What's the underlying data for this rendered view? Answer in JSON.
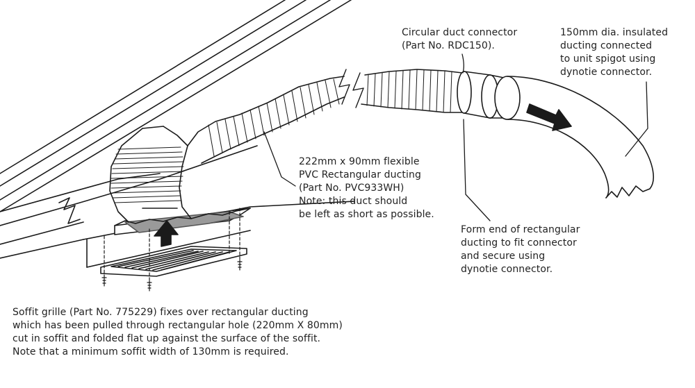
{
  "labels": {
    "connector": [
      "Circular duct connector",
      "(Part No. RDC150)."
    ],
    "insulated": [
      "150mm dia. insulated",
      "ducting connected",
      "to unit spigot using",
      "dynotie connector."
    ],
    "rect_duct": [
      "222mm x 90mm flexible",
      "PVC Rectangular ducting",
      "(Part No. PVC933WH)",
      "Note: this duct should",
      "be left as short as possible."
    ],
    "form_end": [
      "Form end of rectangular",
      "ducting to fit connector",
      "and secure using",
      "dynotie connector."
    ],
    "soffit": [
      "Soffit grille (Part No. 775229) fixes over rectangular ducting",
      "which has been pulled through rectangular hole (220mm X 80mm)",
      "cut in soffit and folded flat up against the surface of the soffit.",
      "Note that a minimum soffit width of 130mm is required."
    ]
  }
}
